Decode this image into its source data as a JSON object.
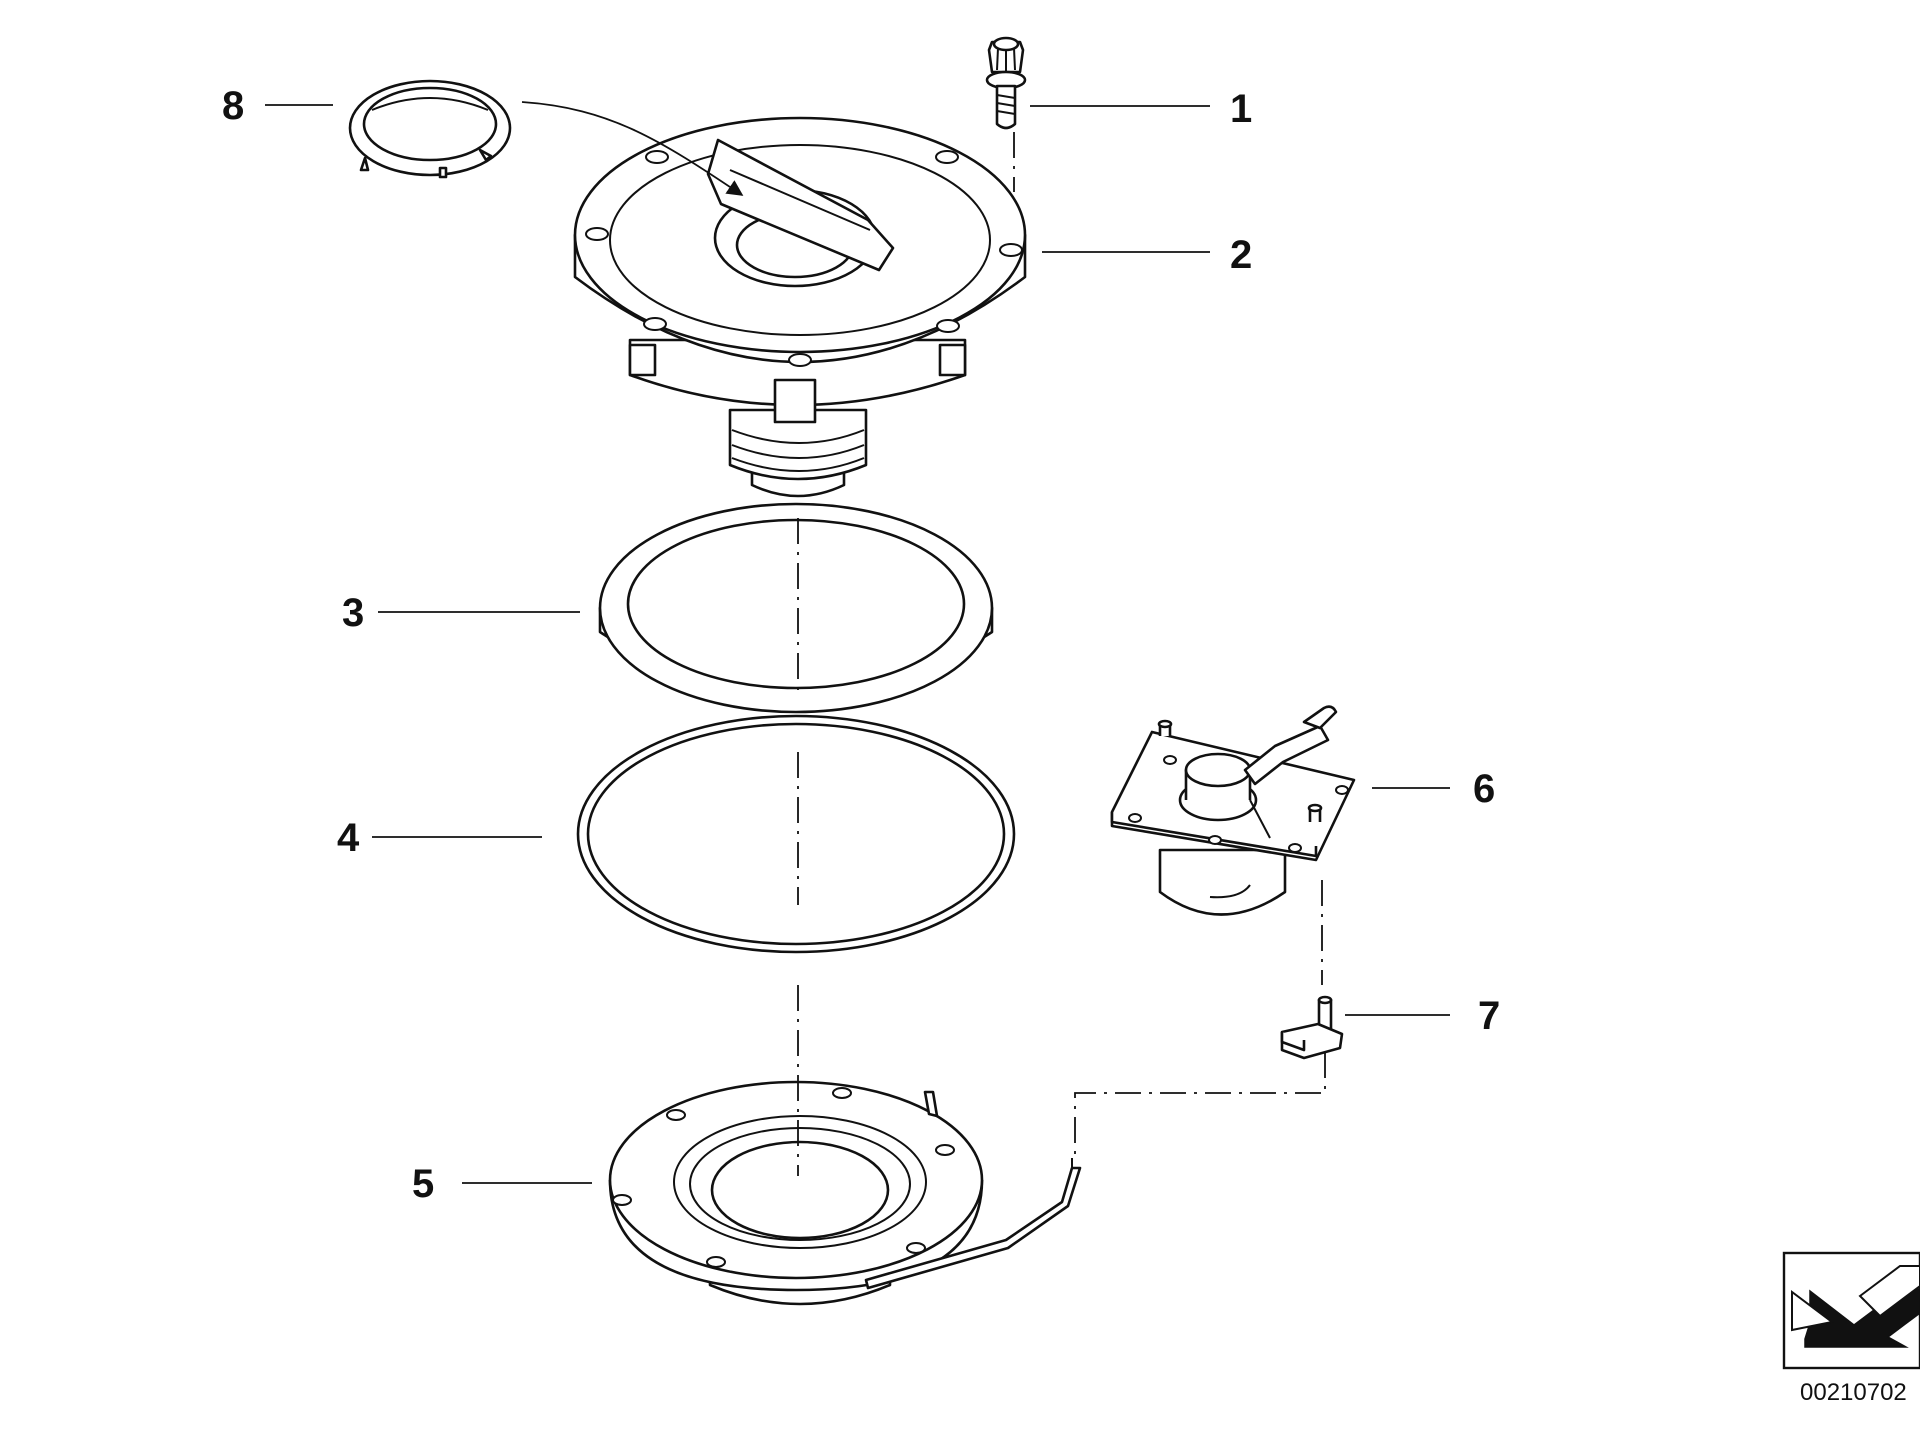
{
  "diagram": {
    "callouts": [
      {
        "id": "1",
        "label": "1"
      },
      {
        "id": "2",
        "label": "2"
      },
      {
        "id": "3",
        "label": "3"
      },
      {
        "id": "4",
        "label": "4"
      },
      {
        "id": "5",
        "label": "5"
      },
      {
        "id": "6",
        "label": "6"
      },
      {
        "id": "7",
        "label": "7"
      },
      {
        "id": "8",
        "label": "8"
      }
    ],
    "document_number": "00210702",
    "parts": [
      {
        "name": "screw",
        "callout": "1"
      },
      {
        "name": "tank-lid-flange",
        "callout": "2"
      },
      {
        "name": "flat-gasket-ring",
        "callout": "3"
      },
      {
        "name": "o-ring",
        "callout": "4"
      },
      {
        "name": "mounting-base-plate",
        "callout": "5"
      },
      {
        "name": "pump-valve-assembly",
        "callout": "6"
      },
      {
        "name": "holder-clip",
        "callout": "7"
      },
      {
        "name": "retaining-ring",
        "callout": "8"
      }
    ],
    "colors": {
      "line": "#111111",
      "background": "#ffffff"
    }
  }
}
